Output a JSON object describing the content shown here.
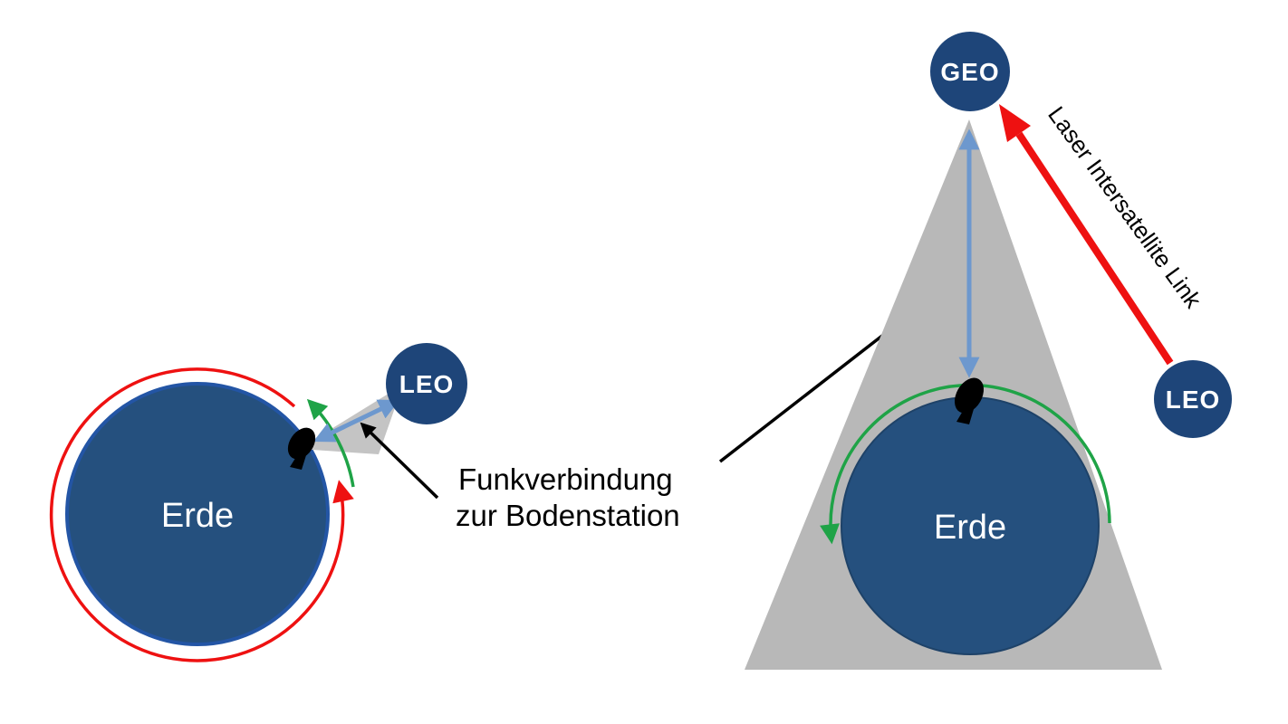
{
  "colors": {
    "background": "#FFFFFF",
    "earth_fill": "#25507E",
    "left_earth_stroke": "#2355A5",
    "right_earth_stroke": "#1E4268",
    "satellite_fill": "#1E4579",
    "cone_gray": "#C4C4C4",
    "triangle_gray": "#B8B8B8",
    "red": "#EE1111",
    "green": "#1FA347",
    "blue": "#6D98CE",
    "black": "#000000",
    "label_white": "#FFFFFF"
  },
  "left_diagram": {
    "earth_label": "Erde",
    "satellite_label": "LEO"
  },
  "annotation": {
    "line1": "Funkverbindung",
    "line2": "zur Bodenstation"
  },
  "right_diagram": {
    "earth_label": "Erde",
    "geo_label": "GEO",
    "leo_label": "LEO",
    "laser_label": "Laser Intersatellite Link"
  }
}
